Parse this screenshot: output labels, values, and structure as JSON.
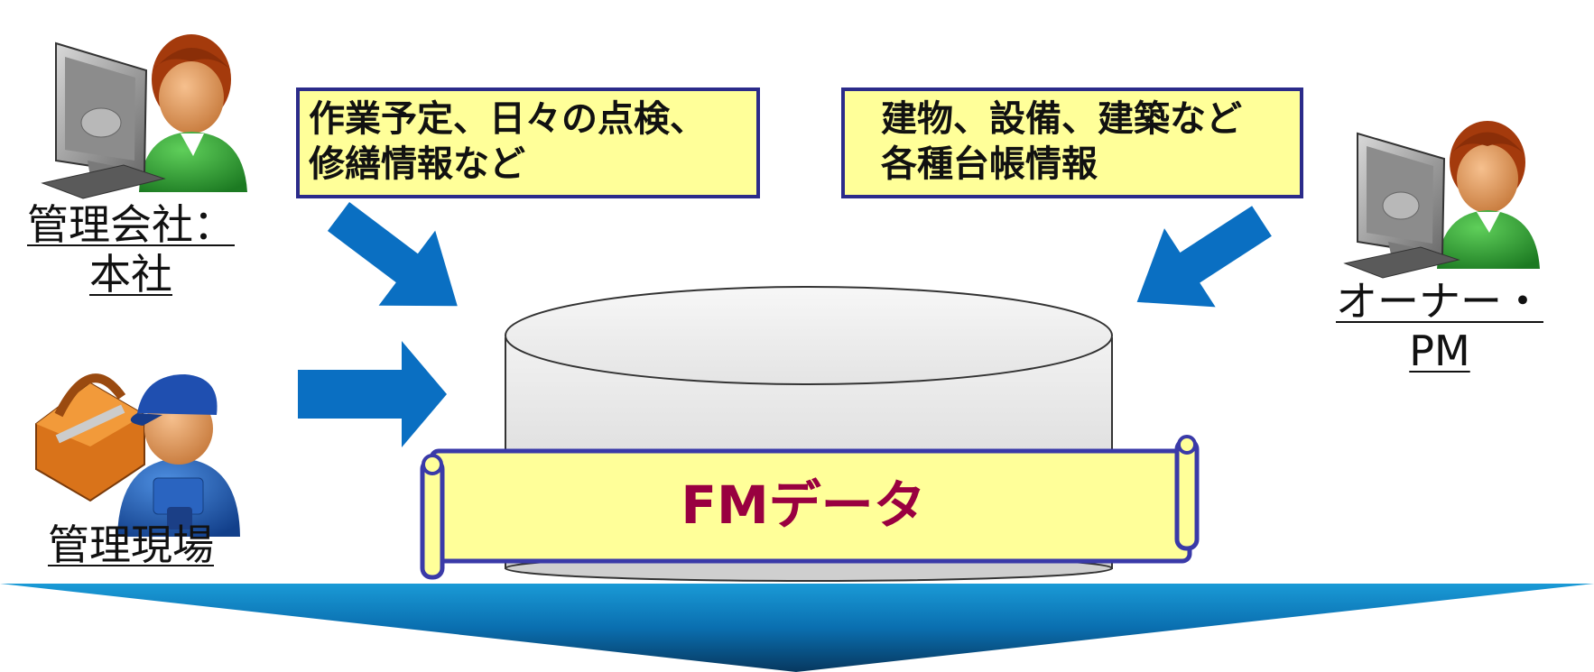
{
  "actors": {
    "head_office": {
      "label_line1": "管理会社：",
      "label_line2": "本社",
      "icon": "office-worker-computer-icon"
    },
    "site": {
      "label": "管理現場",
      "icon": "maintenance-worker-icon"
    },
    "owner_pm": {
      "label_line1": "オーナー・",
      "label_line2": "PM",
      "icon": "owner-computer-icon"
    }
  },
  "callouts": {
    "schedule": {
      "line1": "作業予定、日々の点検、",
      "line2": "修繕情報など"
    },
    "ledger": {
      "line1": "建物、設備、建築など",
      "line2": "各種台帳情報"
    }
  },
  "database": {
    "label": "FMデータ"
  },
  "colors": {
    "arrow_blue": "#0a6fc2",
    "callout_fill": "#ffff99",
    "callout_border": "#2b2b8a",
    "database_label": "#990040",
    "banner_fill": "#ffff99",
    "banner_border": "#3a3aa8"
  }
}
